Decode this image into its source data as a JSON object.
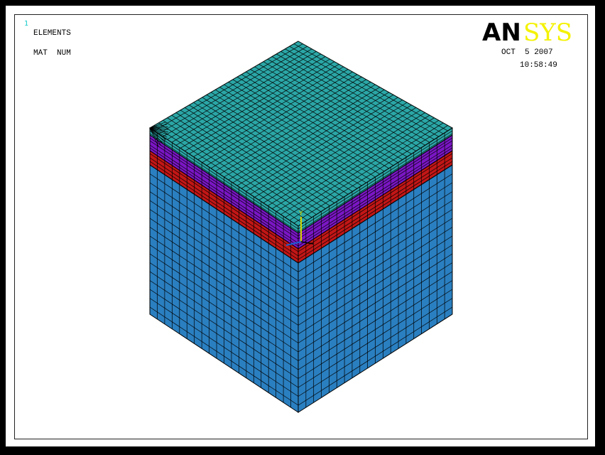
{
  "window_number": "1",
  "plot_label": "ELEMENTS",
  "display_mode": "MAT  NUM",
  "date": "OCT  5 2007",
  "time": "10:58:49",
  "logo": {
    "dark": "AN",
    "light": "SYS"
  },
  "axis_triad": {
    "y_label": "Y"
  },
  "model": {
    "grid_divisions": 20,
    "layers": [
      "top",
      "purple",
      "red",
      "main"
    ],
    "colors": {
      "top": "#2ba6a6",
      "purple": "#7a16c4",
      "red": "#c21616",
      "main": "#2a7fc0",
      "edge": "#000000"
    }
  }
}
